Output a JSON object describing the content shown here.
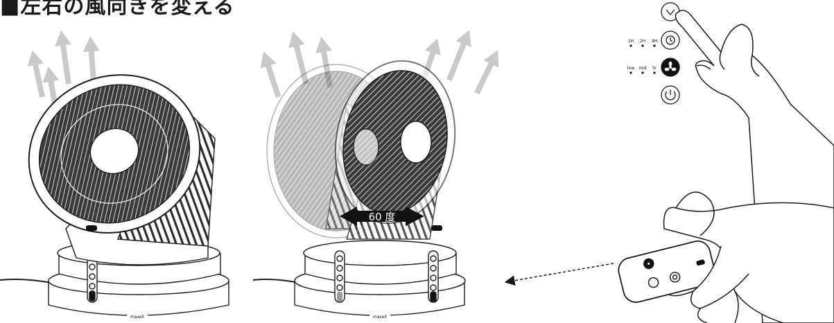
{
  "title": "■左右の風向きを変える",
  "angle_label": "60 度",
  "brand_label": "maxell",
  "timer_labels": [
    "1H",
    "2H",
    "4H"
  ],
  "speed_labels": [
    "low",
    "mid",
    "hi"
  ],
  "colors": {
    "arrow_gray": "#c8c8c8",
    "line": "#1a1a1a",
    "badge": "#111111"
  },
  "icons": [
    "swing-icon",
    "timer-icon",
    "fan-speed-icon",
    "power-icon"
  ]
}
